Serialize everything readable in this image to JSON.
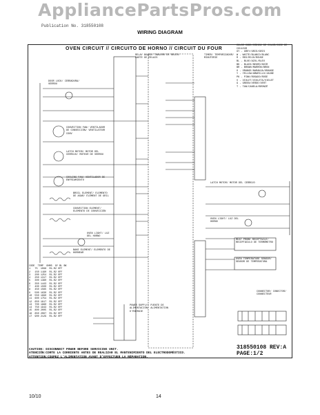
{
  "watermark": "AppliancePartsPros.com",
  "header": {
    "code_label": "Publication No.",
    "doc_ref": "318550108",
    "title": "WIRING DIAGRAM"
  },
  "oven_title": "OVEN CIRCUIT // CIRCUITO DE HORNO // CIRCUIT DU FOUR",
  "top_labels": {
    "relay_board": "RELAY BOARD/ TABLERO DE RELÉS/ CARTE DE RELAIS",
    "timer": "TIMER/ TEMPORIZADOR/ MINUTERIE"
  },
  "color_legend": {
    "heading": "COLOR CODE/CÓDIGO DE COLOR/CODE DE COULEUR",
    "items": [
      "GY - GREY/GRIS/GRIS",
      "W - WHITE/BLANCO/BLANC",
      "R - RED/ROJO/ROUGE",
      "BL - BLUE/AZUL/BLEU",
      "BK - BLACK/NEGRO/NOIR",
      "BR - BROWN/MARRÓN/BRUN",
      "O - ORANGE/NARANJA/ORANGE",
      "Y - YELLOW/AMARILLO/JAUNE",
      "PK - PINK/ROSADO/ROSE",
      "V - VIOLET/VIOLETA/VIOLET",
      "G - GREEN/VERDE/VERT",
      "T - TAN/CANELA/BRONZÉ"
    ]
  },
  "left_components": [
    "DOOR LOCK/ CERRADURA/ VERROU",
    "CONVECTION FAN/ VENTILADOR DE CONVECCIÓN/ VENTILATEUR CONV",
    "LATCH MOTOR/ MOTOR DEL CERROJO/ MOTEUR DE VERROU",
    "COOLING FAN/ VENTILADOR DE ENFRIAMIENTO",
    "BROIL ELEMENT/ ELEMENTO DE ASAR/ ÉLÉMENT DE GRIL",
    "CONVECTION ELEMENT/ ELEMENTO DE CONVECCIÓN",
    "OVEN LIGHT/ LUZ DEL HORNO",
    "BAKE ELEMENT/ ELEMENTO DE HORNEAR"
  ],
  "mid_labels": {
    "power_supply": "POWER SUPPLY/ FUENTE DE ALIMENTACIÓN/ ALIMENTATION D'ÉNERGIE"
  },
  "right_components": [
    "LATCH MOTOR/ MOTOR DEL CERROJO",
    "OVEN LIGHT/ LUZ DEL HORNO",
    "MEAT PROBE RECEPTACLE/ RECEPTÁCULO DE TERMÓMETRO",
    "OVEN TEMPERATURE SENSOR/ SENSOR DE TEMPERATURA"
  ],
  "connectors_label": "CONNECTOR/ CONECTOR/ CONNECTEUR",
  "table": {
    "headers": [
      "CODE",
      "TEMP",
      "OHMS",
      "GY",
      "BL",
      "BK"
    ],
    "rows": [
      [
        "1",
        "75",
        "1098",
        "R1-R2",
        "OFF"
      ],
      [
        "2",
        "150",
        "1190",
        "R1-R2",
        "OFF"
      ],
      [
        "3",
        "200",
        "1254",
        "R1-R2",
        "OFF"
      ],
      [
        "4",
        "250",
        "1317",
        "R1-R2",
        "OFF"
      ],
      [
        "5",
        "300",
        "1380",
        "R1-R2",
        "OFF"
      ],
      [
        "6",
        "350",
        "1443",
        "R1-R2",
        "OFF"
      ],
      [
        "7",
        "400",
        "1500",
        "R1-R2",
        "OFF"
      ],
      [
        "8",
        "450",
        "1565",
        "R1-R2",
        "OFF"
      ],
      [
        "9",
        "500",
        "1630",
        "R1-R2",
        "OFF"
      ],
      [
        "10",
        "550",
        "1690",
        "R1-R2",
        "OFF"
      ],
      [
        "11",
        "600",
        "1754",
        "R1-R2",
        "OFF"
      ],
      [
        "12",
        "650",
        "1817",
        "R1-R2",
        "OFF"
      ],
      [
        "13",
        "700",
        "1880",
        "R1-R2",
        "OFF"
      ],
      [
        "14",
        "750",
        "1943",
        "R1-R2",
        "OFF"
      ],
      [
        "15",
        "800",
        "2005",
        "R1-R2",
        "OFF"
      ],
      [
        "16",
        "850",
        "2067",
        "R1-R2",
        "OFF"
      ],
      [
        "17",
        "900",
        "2129",
        "R1-R2",
        "OFF"
      ]
    ]
  },
  "caution": {
    "en": "CAUTION: DISCONNECT POWER BEFORE SERVICING UNIT.",
    "es": "ATENCIÓN:CORTE LA CORRIENTE ANTES DE REALIZAR EL MANTENIMIENTO DEL ELECTRODOMÉSTICO.",
    "fr": "ATTENTION:COUPEZ L'ALIMENTATION AVANT D'EFFECTUER LA RÉPARATION."
  },
  "doc_number": "318550108 REV:A",
  "page_label": "PAGE:1/2",
  "footer": {
    "date": "10/10",
    "page": "14"
  }
}
